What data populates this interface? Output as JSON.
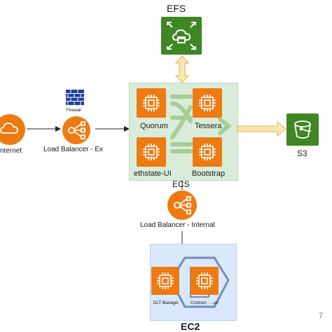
{
  "diagram": {
    "efs": {
      "label": "EFS"
    },
    "s3": {
      "label": "S3"
    },
    "internet": {
      "label": "nternet"
    },
    "firewall": {
      "label": "Firewall"
    },
    "lb_external": {
      "label": "Load Balancer - Ex"
    },
    "lb_internal": {
      "label": "Load Balancer - Internal"
    },
    "ecs": {
      "label": "ECS"
    },
    "ecs_nodes": [
      {
        "label": "Quorum"
      },
      {
        "label": "Tessera"
      },
      {
        "label": "ethstate-UI"
      },
      {
        "label": "Bootstrap"
      }
    ],
    "lower_nodes": [
      {
        "label": "DLT Manager"
      },
      {
        "label": "Contract - ...on"
      }
    ],
    "bottom_partial_label": "EC2",
    "page_number": "7"
  },
  "colors": {
    "orange": "#ee7a12",
    "efs_green": "#3f8624",
    "s3_green": "#3f8624",
    "ecs_panel": "#d9ecd9",
    "lower_panel": "#dae8fc",
    "arrow_fill": "#ffe6b3",
    "arrow_stroke": "#d6b656",
    "connector_green": "#a5cd96"
  }
}
